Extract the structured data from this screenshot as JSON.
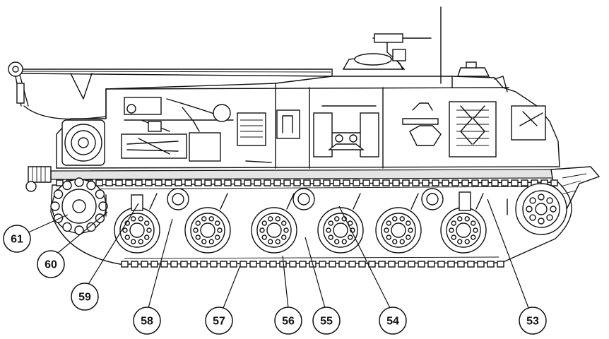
{
  "callouts": [
    {
      "label": "61"
    },
    {
      "label": "60"
    },
    {
      "label": "59"
    },
    {
      "label": "58"
    },
    {
      "label": "57"
    },
    {
      "label": "56"
    },
    {
      "label": "55"
    },
    {
      "label": "54"
    },
    {
      "label": "53"
    }
  ]
}
